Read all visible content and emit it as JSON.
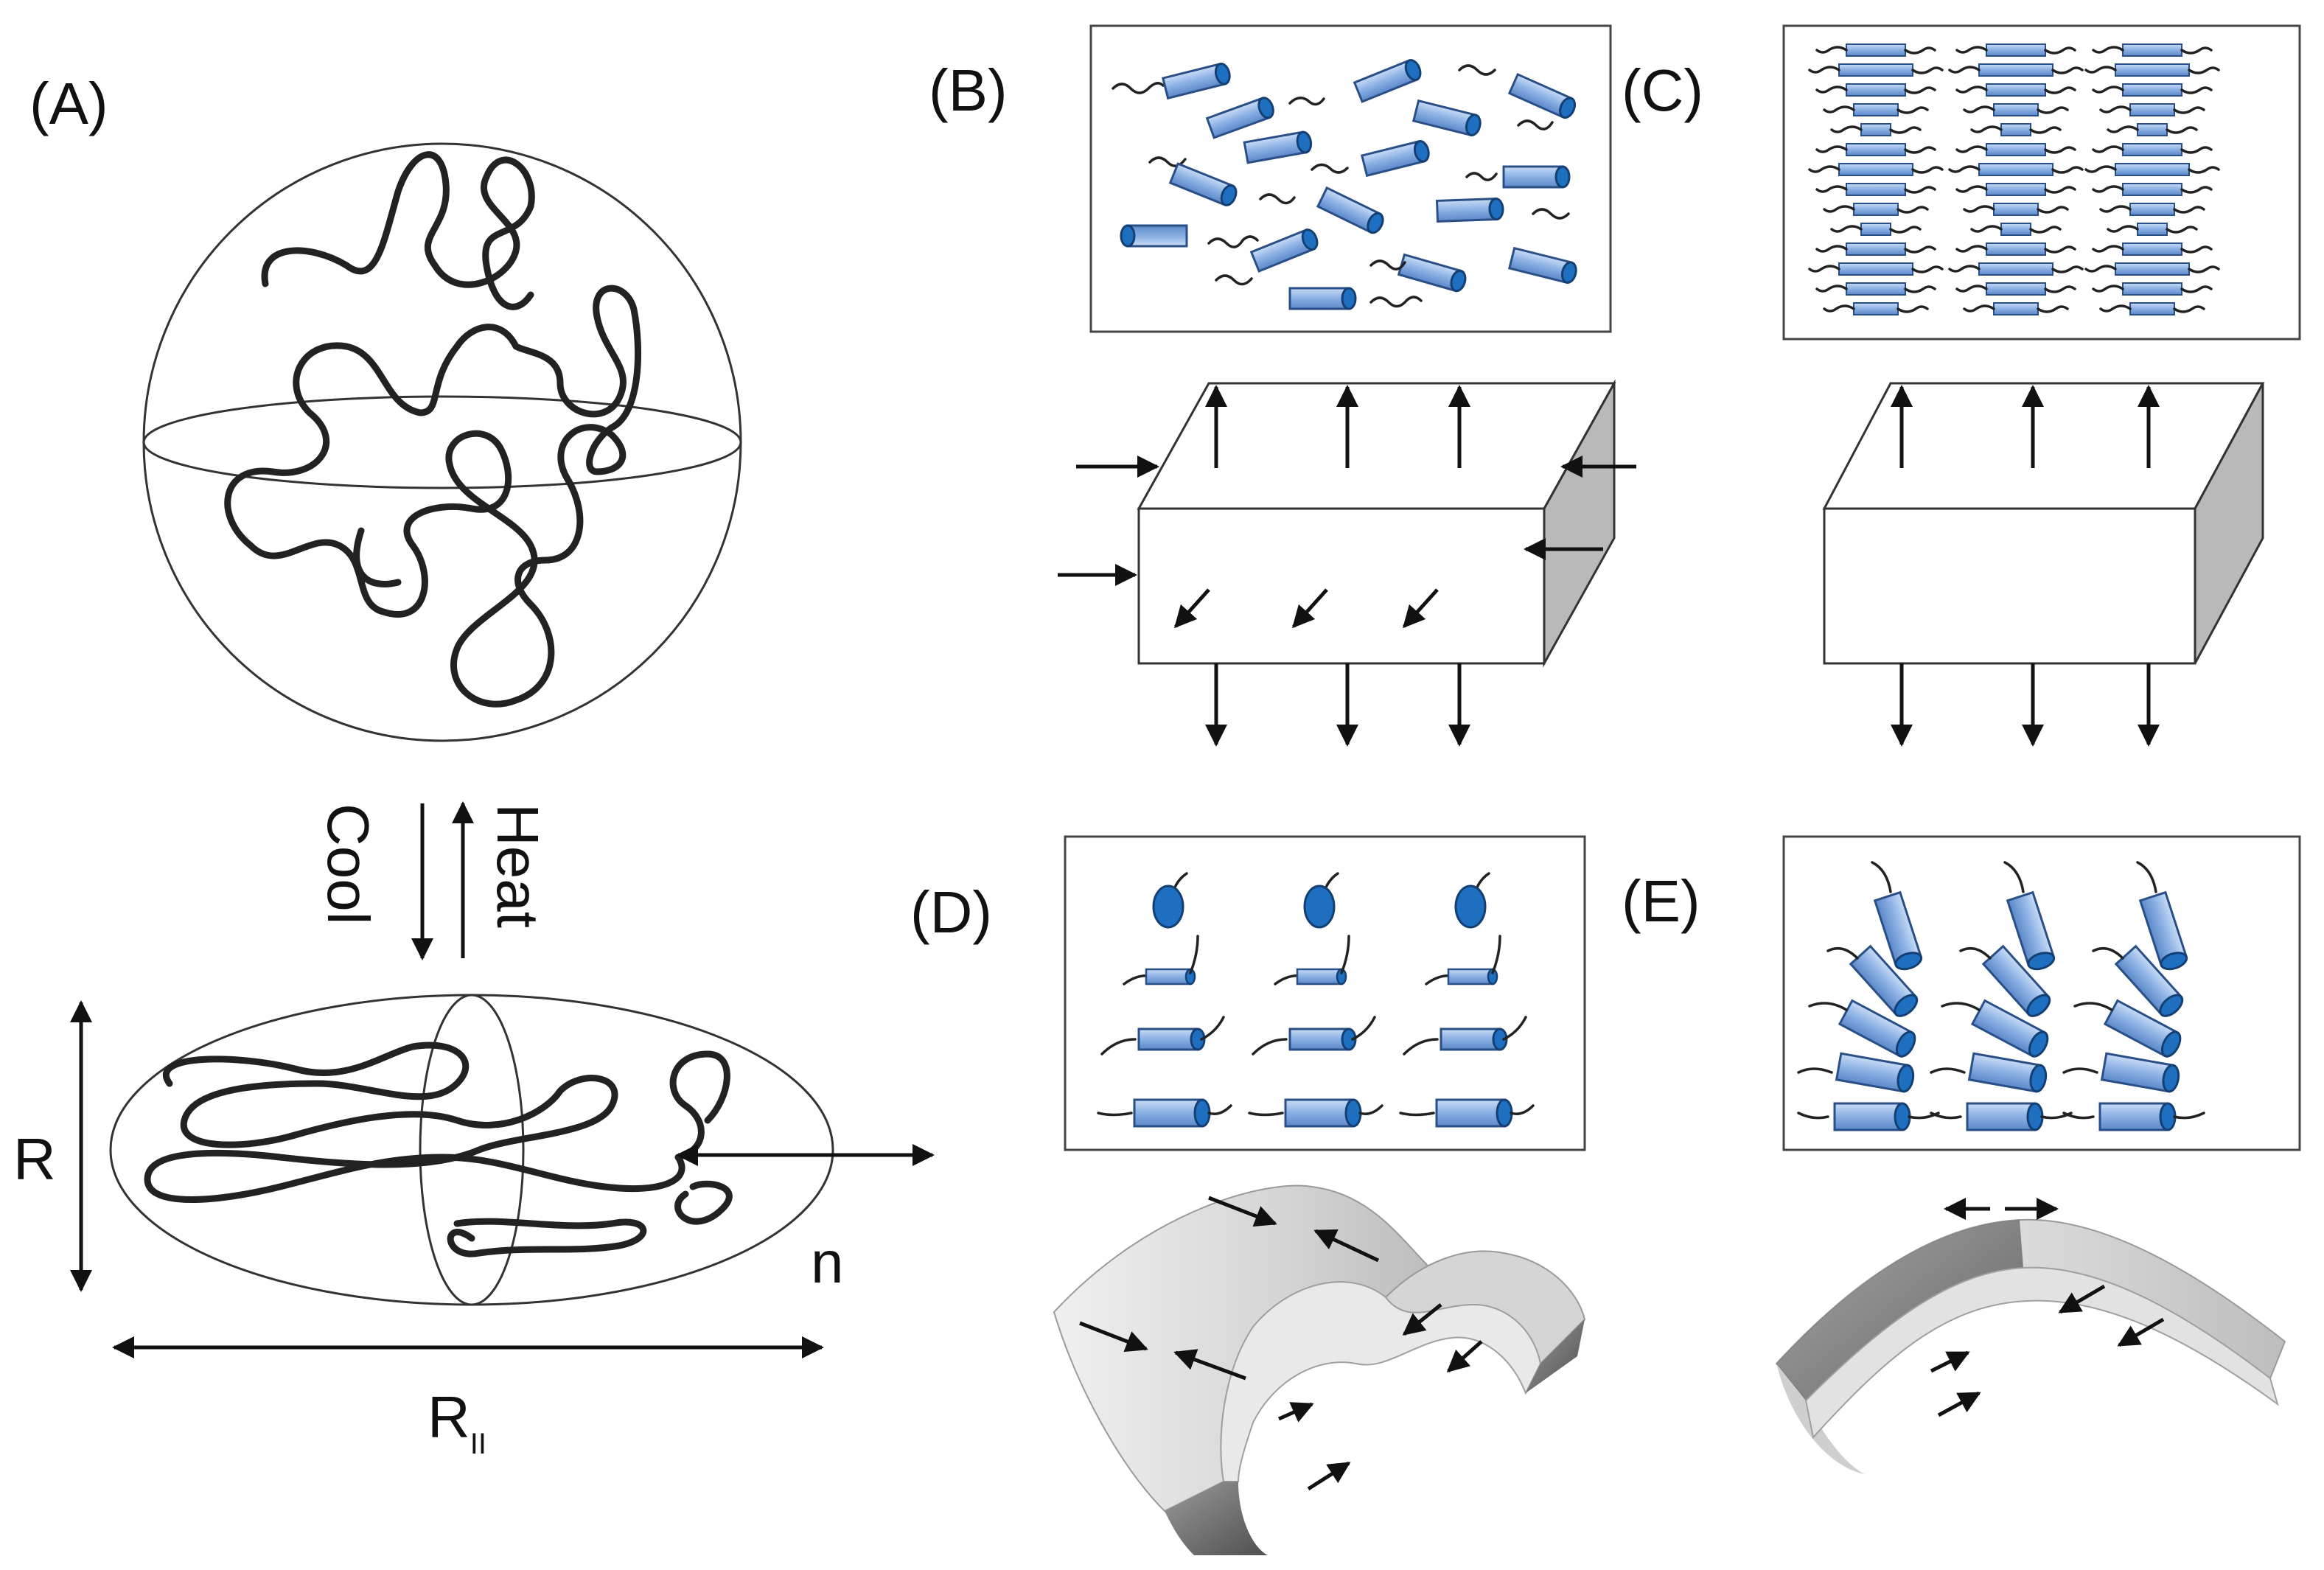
{
  "panels": {
    "a": "(A)",
    "b": "(B)",
    "c": "(C)",
    "d": "(D)",
    "e": "(E)"
  },
  "labels": {
    "cool": "Cool",
    "heat": "Heat",
    "r_perp": "R",
    "r_par_main": "R",
    "r_par_sub": "II",
    "director": "n"
  },
  "colors": {
    "mesogen_body": "#8fb3e6",
    "mesogen_end": "#1f6fc0",
    "box_side": "#b9b9b9",
    "film_light": "#d9d9d9",
    "film_dark": "#707070"
  }
}
